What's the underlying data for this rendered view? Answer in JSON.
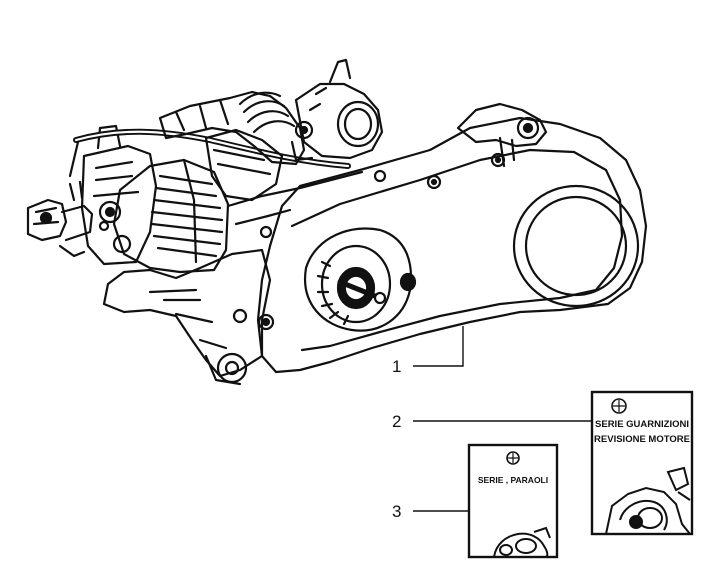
{
  "callouts": [
    {
      "number": "1"
    },
    {
      "number": "2"
    },
    {
      "number": "3"
    }
  ],
  "kits": {
    "gasket_kit": {
      "line1": "SERIE GUARNIZIONI",
      "line2": "REVISIONE MOTORE"
    },
    "oil_seal_kit": {
      "line1": "SERIE , PARAOLI"
    }
  },
  "colors": {
    "ink": "#111111",
    "paper": "#ffffff"
  }
}
